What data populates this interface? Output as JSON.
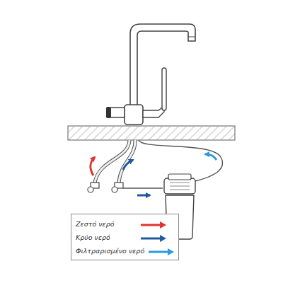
{
  "diagram": {
    "legend": [
      {
        "text": "Ζεστό νερό"
      },
      {
        "text": "Κρύο νερό"
      },
      {
        "text": "Φιλτραρισμένο νερό"
      }
    ]
  }
}
